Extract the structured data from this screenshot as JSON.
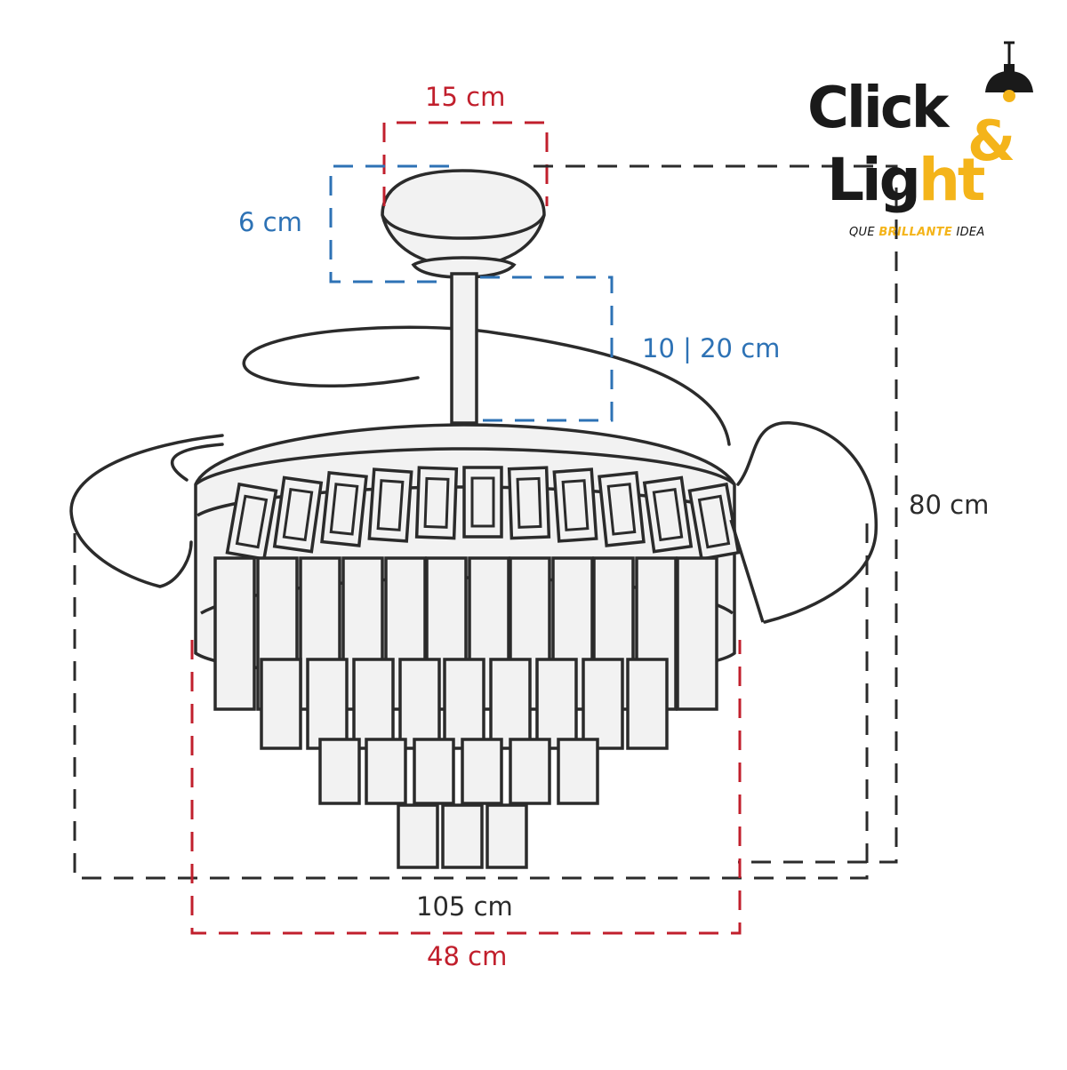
{
  "dimensions": {
    "top_width": "15 cm",
    "canopy_height": "6 cm",
    "downrod": "10 | 20 cm",
    "total_height": "80 cm",
    "blade_span": "105 cm",
    "body_width": "48 cm"
  },
  "logo": {
    "word1": "Click",
    "amp": "&",
    "word2_dark": "Lig",
    "word2_yellow": "ht",
    "tagline_1": "QUE",
    "tagline_2": "BRILLANTE",
    "tagline_3": "IDEA"
  },
  "colors": {
    "red": "#c11f2c",
    "blue": "#2d72b5",
    "dark": "#2b2b2b",
    "yellow": "#f4b41a",
    "fill": "#f2f2f2"
  },
  "icons": [
    "pendant-lamp-icon"
  ]
}
